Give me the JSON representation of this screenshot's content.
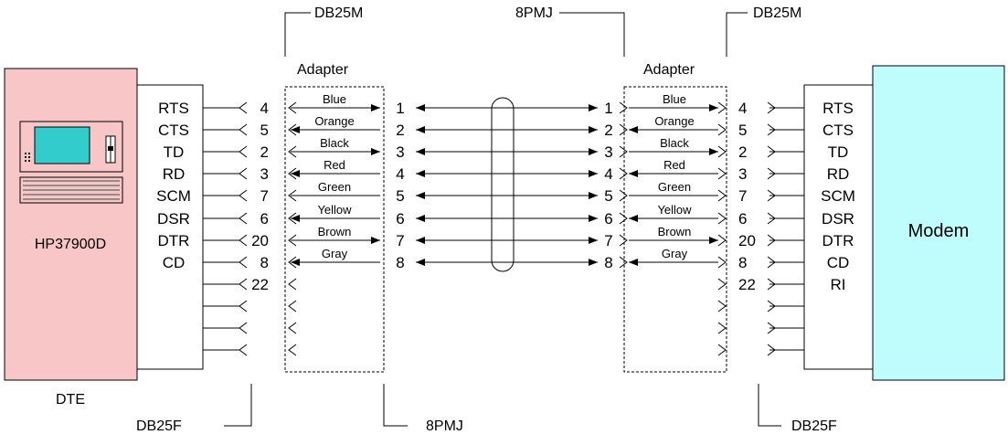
{
  "labels": {
    "db25m_left": "DB25M",
    "pmj_top": "8PMJ",
    "db25m_right": "DB25M",
    "adapter_left": "Adapter",
    "adapter_right": "Adapter",
    "hp": "HP37900D",
    "dte": "DTE",
    "modem": "Modem",
    "db25f_left": "DB25F",
    "pmj_bottom": "8PMJ",
    "db25f_right": "DB25F"
  },
  "colors": {
    "dte_fill": "#F8C6C6",
    "screen_fill": "#33CCCC",
    "modem_fill": "#BFFCFC",
    "line": "#000000"
  },
  "signals": [
    {
      "left": "RTS",
      "db25_left": "4",
      "wire": "Blue",
      "dir": "right",
      "pmj": "1",
      "db25_right": "4",
      "right": "RTS"
    },
    {
      "left": "CTS",
      "db25_left": "5",
      "wire": "Orange",
      "dir": "left",
      "pmj": "2",
      "db25_right": "5",
      "right": "CTS"
    },
    {
      "left": "TD",
      "db25_left": "2",
      "wire": "Black",
      "dir": "right",
      "pmj": "3",
      "db25_right": "2",
      "right": "TD"
    },
    {
      "left": "RD",
      "db25_left": "3",
      "wire": "Red",
      "dir": "left",
      "pmj": "4",
      "db25_right": "3",
      "right": "RD"
    },
    {
      "left": "SCM",
      "db25_left": "7",
      "wire": "Green",
      "dir": "none",
      "pmj": "5",
      "db25_right": "7",
      "right": "SCM"
    },
    {
      "left": "DSR",
      "db25_left": "6",
      "wire": "Yellow",
      "dir": "left",
      "pmj": "6",
      "db25_right": "6",
      "right": "DSR"
    },
    {
      "left": "DTR",
      "db25_left": "20",
      "wire": "Brown",
      "dir": "right",
      "pmj": "7",
      "db25_right": "20",
      "right": "DTR"
    },
    {
      "left": "CD",
      "db25_left": "8",
      "wire": "Gray",
      "dir": "left",
      "pmj": "8",
      "db25_right": "8",
      "right": "CD"
    },
    {
      "left": "",
      "db25_left": "22",
      "wire": "",
      "dir": "",
      "pmj": "",
      "db25_right": "22",
      "right": "RI"
    },
    {
      "left": "",
      "db25_left": "",
      "wire": "",
      "dir": "",
      "pmj": "",
      "db25_right": "",
      "right": ""
    },
    {
      "left": "",
      "db25_left": "",
      "wire": "",
      "dir": "",
      "pmj": "",
      "db25_right": "",
      "right": ""
    },
    {
      "left": "",
      "db25_left": "",
      "wire": "",
      "dir": "",
      "pmj": "",
      "db25_right": "",
      "right": ""
    }
  ]
}
